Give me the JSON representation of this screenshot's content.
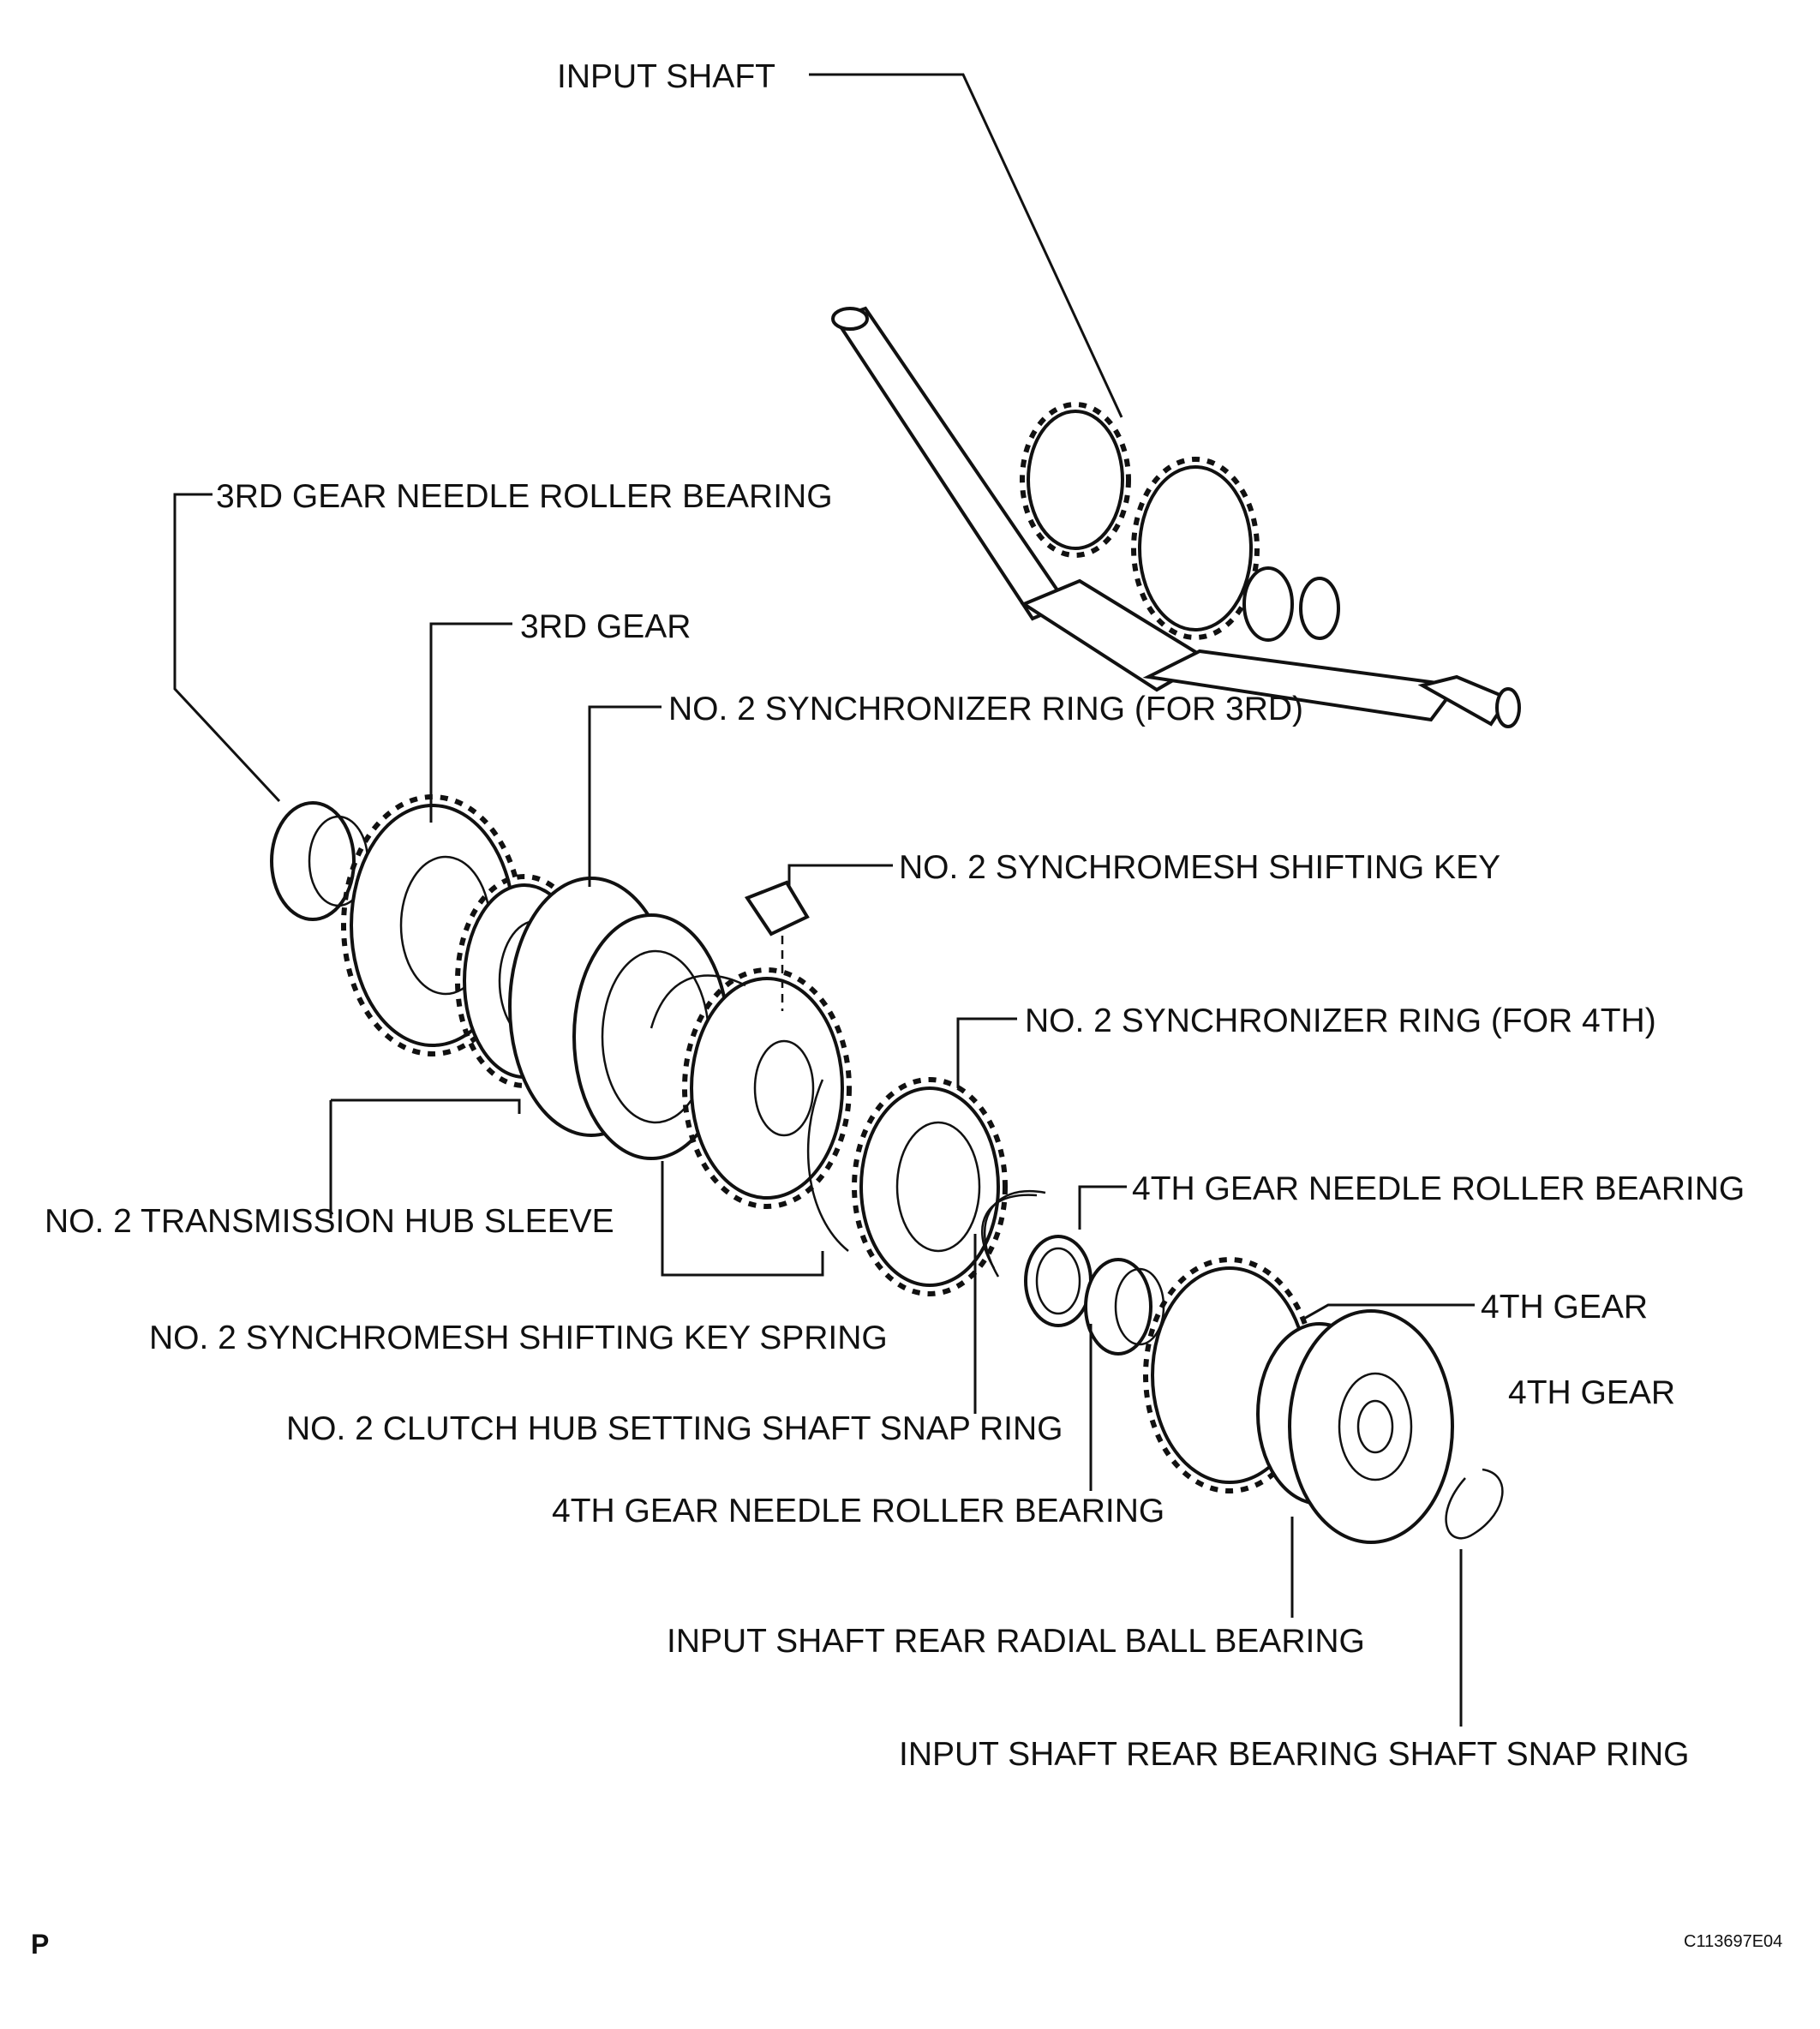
{
  "labels": {
    "input_shaft": "INPUT SHAFT",
    "third_gear_needle_roller_bearing": "3RD GEAR NEEDLE ROLLER BEARING",
    "third_gear": "3RD GEAR",
    "sync_ring_3rd": "NO. 2 SYNCHRONIZER RING (FOR 3RD)",
    "shifting_key": "NO. 2 SYNCHROMESH SHIFTING KEY",
    "sync_ring_4th": "NO. 2 SYNCHRONIZER RING (FOR 4TH)",
    "fourth_gear_needle_roller_bearing_upper": "4TH GEAR NEEDLE ROLLER BEARING",
    "fourth_gear_upper": "4TH GEAR",
    "fourth_gear_lower": "4TH GEAR",
    "hub_sleeve": "NO. 2 TRANSMISSION HUB SLEEVE",
    "shifting_key_spring": "NO. 2 SYNCHROMESH SHIFTING KEY SPRING",
    "clutch_hub_snap_ring": "NO. 2 CLUTCH HUB SETTING SHAFT SNAP RING",
    "fourth_gear_needle_roller_bearing_lower": "4TH GEAR NEEDLE ROLLER BEARING",
    "rear_radial_ball_bearing": "INPUT SHAFT REAR RADIAL BALL BEARING",
    "rear_bearing_snap_ring": "INPUT SHAFT REAR BEARING SHAFT SNAP RING"
  },
  "footer": {
    "page_letter": "P",
    "figure_code": "C113697E04"
  }
}
